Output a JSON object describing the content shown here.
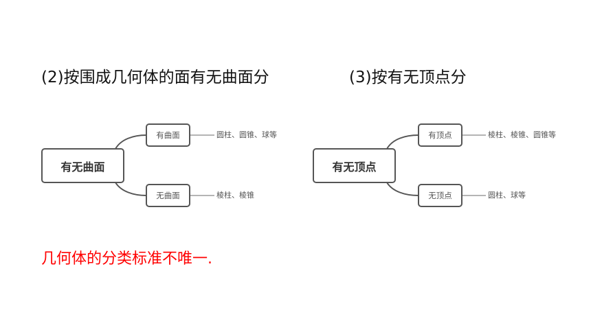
{
  "headings": {
    "left": "(2)按围成几何体的面有无曲面分",
    "right": "(3)按有无顶点分"
  },
  "diagram_left": {
    "root": "有无曲面",
    "branches": [
      {
        "node": "有曲面",
        "leaf": "圆柱、圆锥、球等"
      },
      {
        "node": "无曲面",
        "leaf": "棱柱、棱锥"
      }
    ]
  },
  "diagram_right": {
    "root": "有无顶点",
    "branches": [
      {
        "node": "有顶点",
        "leaf": "棱柱、棱锥、圆锥等"
      },
      {
        "node": "无顶点",
        "leaf": "圆柱、球等"
      }
    ]
  },
  "conclusion": "几何体的分类标准不唯一.",
  "colors": {
    "conclusion": "#ff0000",
    "node_border": "#555555",
    "connector": "#555555"
  }
}
